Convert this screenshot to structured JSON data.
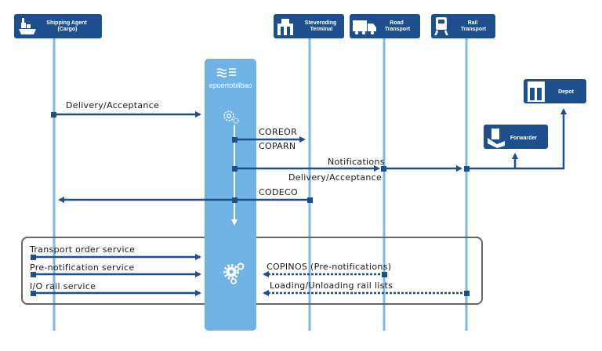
{
  "actors": {
    "shipping_agent": "Shipping Agent\n(Cargo)",
    "stevedoring": "Steveroding\nTerminal",
    "road": "Road\nTransport",
    "rail": "Rail\nTransport",
    "depot": "Depot",
    "forwarder": "Forwarder"
  },
  "platform": {
    "name": "epuertobilbao"
  },
  "messages": {
    "delivery_acceptance_1": "Delivery/Acceptance",
    "coreor": "COREOR",
    "coparn": "COPARN",
    "notifications": "Notifications",
    "delivery_acceptance_2": "Delivery/Acceptance",
    "codeco": "CODECO"
  },
  "services": {
    "transport_order": "Transport order service",
    "pre_notification": "Pre-notification service",
    "io_rail": "I/O rail service",
    "copinos": "COPINOS (Pre-notifications)",
    "loading_lists": "Loading/Unloading rail lists"
  },
  "colors": {
    "lifeline": "#7fb8e6",
    "arrow": "#1f4e8c",
    "platform": "#6fb2e4",
    "actor_box": "#1d4f8f",
    "frame": "#666666"
  }
}
